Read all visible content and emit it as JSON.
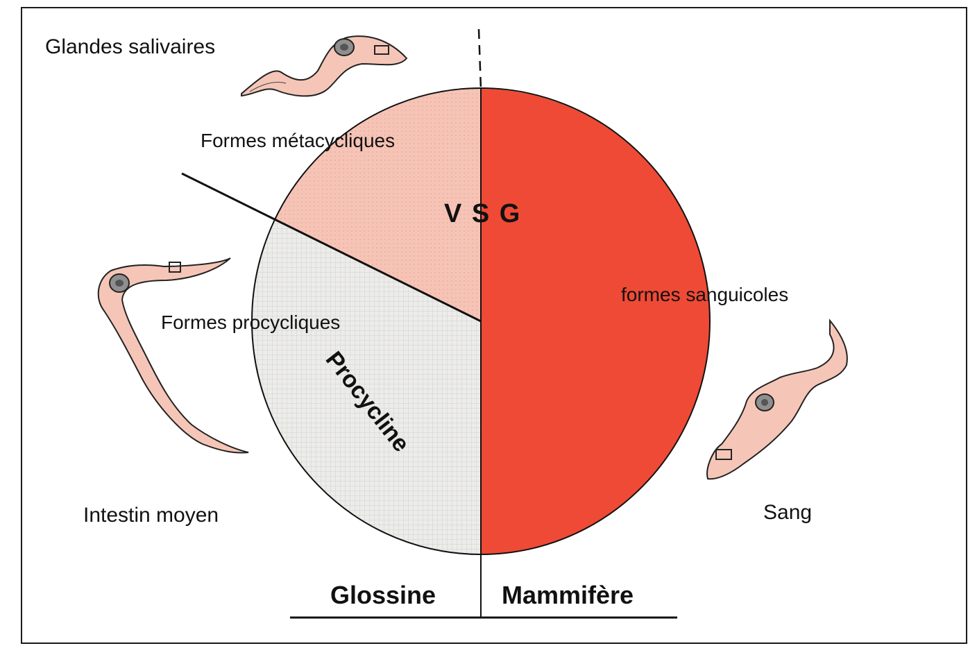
{
  "labels": {
    "salivary": "Glandes salivaires",
    "metacyclic": "Formes métacycliques",
    "vsg": "V S G",
    "bloodstream": "formes sanguicoles",
    "procyclic": "Formes procycliques",
    "procyclin": "Procycline",
    "midgut": "Intestin moyen",
    "blood": "Sang",
    "tsetse": "Glossine",
    "mammal": "Mammifère"
  },
  "colors": {
    "metacyclic_sector": "#f6c4b6",
    "bloodstream_sector": "#ef4a35",
    "procyclic_sector": "#ebe9e4",
    "parasite_fill": "#f5c6b7",
    "nucleus": "#8f8f8f",
    "line": "#111111"
  }
}
